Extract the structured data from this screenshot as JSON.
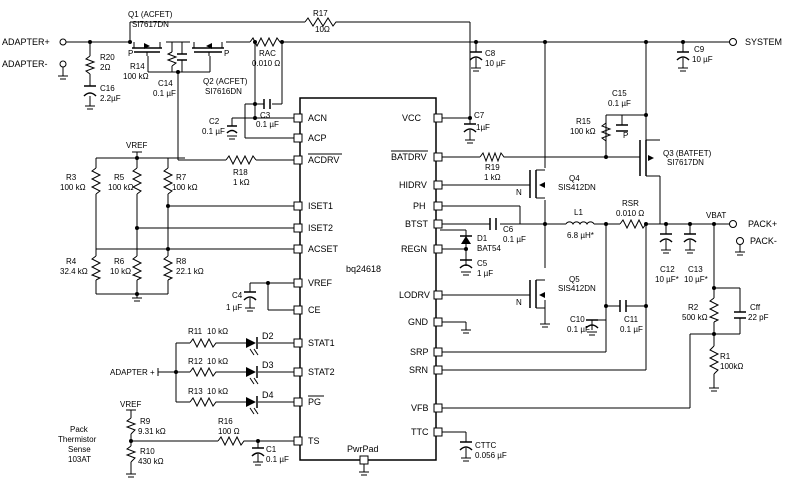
{
  "ports": {
    "adapter_plus": "ADAPTER+",
    "adapter_minus": "ADAPTER-",
    "system": "SYSTEM",
    "pack_plus": "PACK+",
    "pack_minus": "PACK-",
    "adapter_plus_small": "ADAPTER +",
    "vref_a": "VREF",
    "vref_b": "VREF",
    "vbat": "VBAT"
  },
  "chip": {
    "name": "bq24618",
    "left_pins": [
      "ACN",
      "ACP",
      "ACDRV",
      "ISET1",
      "ISET2",
      "ACSET",
      "VREF",
      "CE",
      "STAT1",
      "STAT2",
      "PG",
      "TS"
    ],
    "right_pins": [
      "VCC",
      "BATDRV",
      "HIDRV",
      "PH",
      "BTST",
      "REGN",
      "LODRV",
      "GND",
      "SRP",
      "SRN",
      "VFB",
      "TTC"
    ],
    "bottom_pin": "PwrPad"
  },
  "components": {
    "q1_a": "Q1 (ACFET)",
    "q1_b": "SI7617DN",
    "q2_a": "Q2 (ACFET)",
    "q2_b": "SI7616DN",
    "q3_a": "Q3 (BATFET)",
    "q3_b": "SI7617DN",
    "q4_a": "Q4",
    "q4_b": "SIS412DN",
    "q5_a": "Q5",
    "q5_b": "SIS412DN",
    "r17_a": "R17",
    "r17_b": "10Ω",
    "r20_a": "R20",
    "r20_b": "2Ω",
    "c16_a": "C16",
    "c16_b": "2.2µF",
    "r14_a": "R14",
    "r14_b": "100 kΩ",
    "c14_a": "C14",
    "c14_b": "0.1 µF",
    "rac_a": "RAC",
    "rac_b": "0.010 Ω",
    "c8_a": "C8",
    "c8_b": "10 µF",
    "c9_a": "C9",
    "c9_b": "10 µF",
    "c3_a": "C3",
    "c3_b": "0.1 µF",
    "c2_a": "C2",
    "c2_b": "0.1 µF",
    "c7_a": "C7",
    "c7_b": "1µF",
    "c15_a": "C15",
    "c15_b": "0.1 µF",
    "r15_a": "R15",
    "r15_b": "100 kΩ",
    "r18_a": "R18",
    "r18_b": "1 kΩ",
    "r19_a": "R19",
    "r19_b": "1 kΩ",
    "r3_a": "R3",
    "r3_b": "100 kΩ",
    "r5_a": "R5",
    "r5_b": "100 kΩ",
    "r7_a": "R7",
    "r7_b": "100 kΩ",
    "r4_a": "R4",
    "r4_b": "32.4 kΩ",
    "r6_a": "R6",
    "r6_b": "10 kΩ",
    "r8_a": "R8",
    "r8_b": "22.1 kΩ",
    "c4_a": "C4",
    "c4_b": "1 µF",
    "c6_a": "C6",
    "c6_b": "0.1 µF",
    "d1_a": "D1",
    "d1_b": "BAT54",
    "c5_a": "C5",
    "c5_b": "1 µF",
    "l1_a": "L1",
    "l1_b": "6.8 µH*",
    "rsr_a": "RSR",
    "rsr_b": "0.010 Ω",
    "c12_a": "C12",
    "c12_b": "10 µF*",
    "c13_a": "C13",
    "c13_b": "10 µF*",
    "r2_a": "R2",
    "r2_b": "500 kΩ",
    "cff_a": "Cff",
    "cff_b": "22 pF",
    "r1_a": "R1",
    "r1_b": "100kΩ",
    "c10_a": "C10",
    "c10_b": "0.1 µF",
    "c11_a": "C11",
    "c11_b": "0.1 µF",
    "r11_a": "R11",
    "r11_b": "10 kΩ",
    "r12_a": "R12",
    "r12_b": "10 kΩ",
    "r13_a": "R13",
    "r13_b": "10 kΩ",
    "d2": "D2",
    "d3": "D3",
    "d4": "D4",
    "r9_a": "R9",
    "r9_b": "9.31 kΩ",
    "r10_a": "R10",
    "r10_b": "430 kΩ",
    "r16_a": "R16",
    "r16_b": "100 Ω",
    "c1_a": "C1",
    "c1_b": "0.1 µF",
    "cttc_a": "CTTC",
    "cttc_b": "0.056 µF",
    "thermistor_1": "Pack",
    "thermistor_2": "Thermistor",
    "thermistor_3": "Sense",
    "thermistor_4": "103AT"
  },
  "mosfet_letters": {
    "p": "P",
    "n": "N"
  }
}
